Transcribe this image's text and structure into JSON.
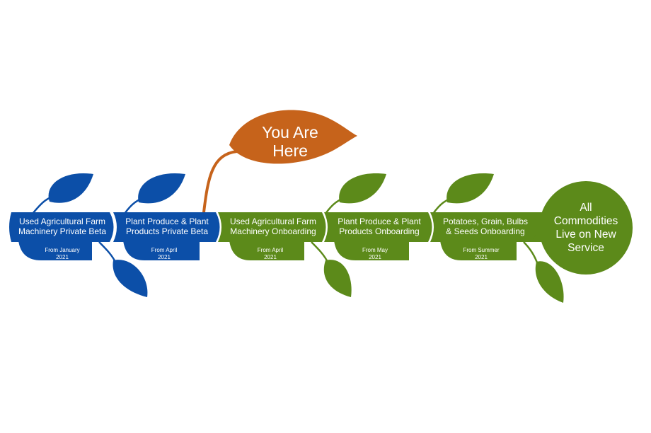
{
  "colors": {
    "blue": "#0c4fa8",
    "green": "#5c8a1a",
    "orange": "#c6631b",
    "text": "#ffffff"
  },
  "you_are_here": {
    "lines": [
      "You Are",
      "Here"
    ]
  },
  "stages": [
    {
      "title_lines": [
        "Used Agricultural Farm",
        "Machinery Private Beta"
      ],
      "date_lines": [
        "From January",
        "2021"
      ],
      "status": "done",
      "color": "#0c4fa8"
    },
    {
      "title_lines": [
        "Plant Produce & Plant",
        "Products Private Beta"
      ],
      "date_lines": [
        "From April",
        "2021"
      ],
      "status": "done",
      "color": "#0c4fa8"
    },
    {
      "title_lines": [
        "Used Agricultural Farm",
        "Machinery Onboarding"
      ],
      "date_lines": [
        "From April",
        "2021"
      ],
      "status": "upcoming",
      "color": "#5c8a1a"
    },
    {
      "title_lines": [
        "Plant Produce & Plant",
        "Products Onboarding"
      ],
      "date_lines": [
        "From May",
        "2021"
      ],
      "status": "upcoming",
      "color": "#5c8a1a"
    },
    {
      "title_lines": [
        "Potatoes, Grain, Bulbs",
        "& Seeds Onboarding"
      ],
      "date_lines": [
        "From Summer",
        "2021"
      ],
      "status": "upcoming",
      "color": "#5c8a1a"
    }
  ],
  "final_stage": {
    "lines": [
      "All",
      "Commodities",
      "Live on New",
      "Service"
    ],
    "color": "#5c8a1a"
  }
}
